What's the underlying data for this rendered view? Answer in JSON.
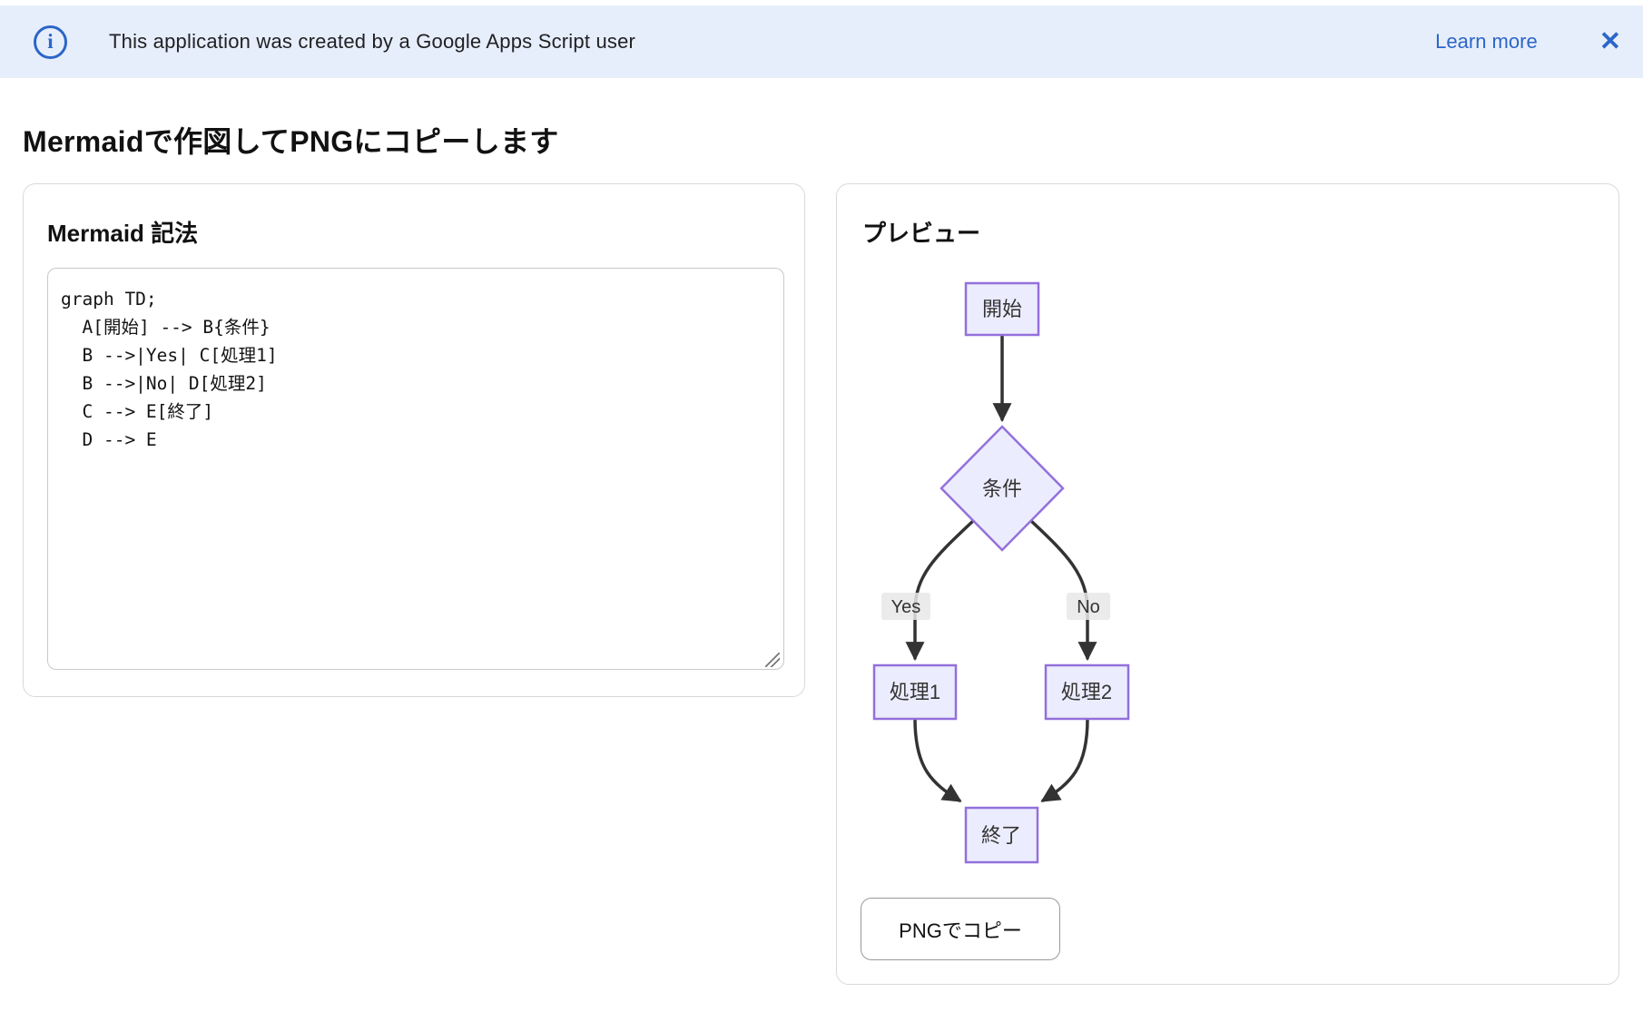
{
  "theme": {
    "accent_blue": "#2b66c8",
    "banner_bg": "#e7eefb",
    "card_border": "#d9d9d9"
  },
  "banner": {
    "message": "This application was created by a Google Apps Script user",
    "learn_more_label": "Learn more",
    "close_glyph": "✕",
    "info_glyph": "i"
  },
  "page": {
    "title": "Mermaidで作図してPNGにコピーします"
  },
  "editor": {
    "title": "Mermaid 記法",
    "code": "graph TD;\n  A[開始] --> B{条件}\n  B -->|Yes| C[処理1]\n  B -->|No| D[処理2]\n  C --> E[終了]\n  D --> E"
  },
  "preview": {
    "title": "プレビュー",
    "copy_button_label": "PNGでコピー",
    "diagram": {
      "nodes": {
        "start": "開始",
        "condition": "条件",
        "process1": "処理1",
        "process2": "処理2",
        "end": "終了"
      },
      "edge_labels": {
        "yes": "Yes",
        "no": "No"
      },
      "colors": {
        "node_fill": "#ECECFF",
        "node_border": "#9370DB",
        "edge": "#333333",
        "label_bg": "#e8e8e8"
      }
    }
  }
}
